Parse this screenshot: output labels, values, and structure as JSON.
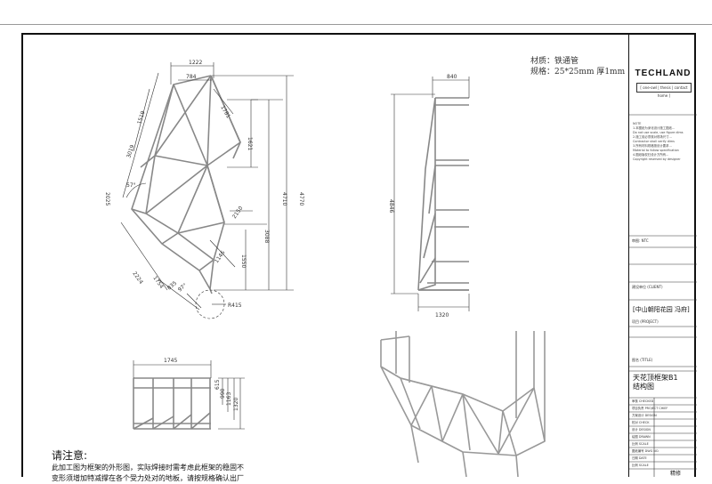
{
  "material": {
    "line1": "材质：铁通管",
    "line2": "规格：25*25mm 厚1mm"
  },
  "dims": {
    "w1222": "1222",
    "w784": "784",
    "d1519": "1519",
    "d3019": "3019",
    "d1781": "1781",
    "d1621": "1621",
    "d2025": "2025",
    "a57": "57°",
    "d2150": "2150",
    "d3088": "3088",
    "d4710": "4710",
    "d4770": "4770",
    "d1550": "1550",
    "d1146": "1146",
    "d2224": "2224",
    "d1754": "1754",
    "d835": "835",
    "a97": "97°",
    "r415": "R415",
    "top840": "840",
    "h4846": "4846",
    "w1320": "1320",
    "w1745": "1745",
    "v615": "615",
    "v990": "990",
    "v1163": "1163",
    "v1320": "1320"
  },
  "titleblock": {
    "logo": "TECHLAND",
    "tagline": "[ one-owl | thesis | contact home ]",
    "notes": [
      "NOTE",
      "1.本图纸为深化设计施工图纸...",
      "Do not use scale, use figure dims",
      "2.施工前必须核对现场尺寸...",
      "Contractor shall verify dims",
      "3.所有材料规格按设计要求...",
      "Material to follow specification",
      "4.图纸版权归设计方所有...",
      "Copyright reserved by designer"
    ],
    "drawn_label": "审图: NTC",
    "client_label": "建设单位 (CLIENT)",
    "project_name": "[中山朝阳花园 冯府]",
    "project_label": "项目 (PROJECT)",
    "title_label": "图名 (TITLE)",
    "title_line1": "天花顶框架B1",
    "title_line2": "结构图",
    "rows": [
      "审核 CHECKED",
      "项目负责 PROJECT CHIEF",
      "方案设计 DESIGN",
      "校对 CHECK",
      "设计 DESIGN",
      "绘图 DRAWN",
      "比例 SCALE",
      "图纸编号 DWG NO.",
      "日期 DATE",
      "比例 SCALE"
    ],
    "footer": "精修"
  },
  "notes": {
    "title": "请注意:",
    "line1": "此加工图为框架的外形图，实际焊接时需考虑此框架的稳固不",
    "line2": "变形须增加特减撑在各个受力处对的地板，请按规格确认出厂"
  }
}
